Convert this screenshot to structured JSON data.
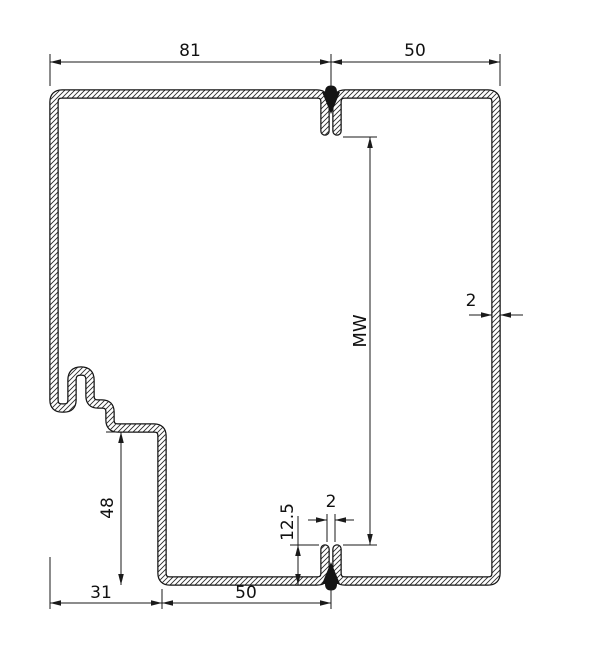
{
  "drawing": {
    "colors": {
      "line": "#1a1a1a",
      "background": "#ffffff"
    },
    "labels": {
      "top_width_left": "81",
      "top_width_right": "50",
      "wall_thickness": "2",
      "opening_height": "MW",
      "rebate_height": "48",
      "bottom_offset": "31",
      "bottom_width": "50",
      "tab_height": "12.5",
      "slot_gap": "2"
    }
  }
}
